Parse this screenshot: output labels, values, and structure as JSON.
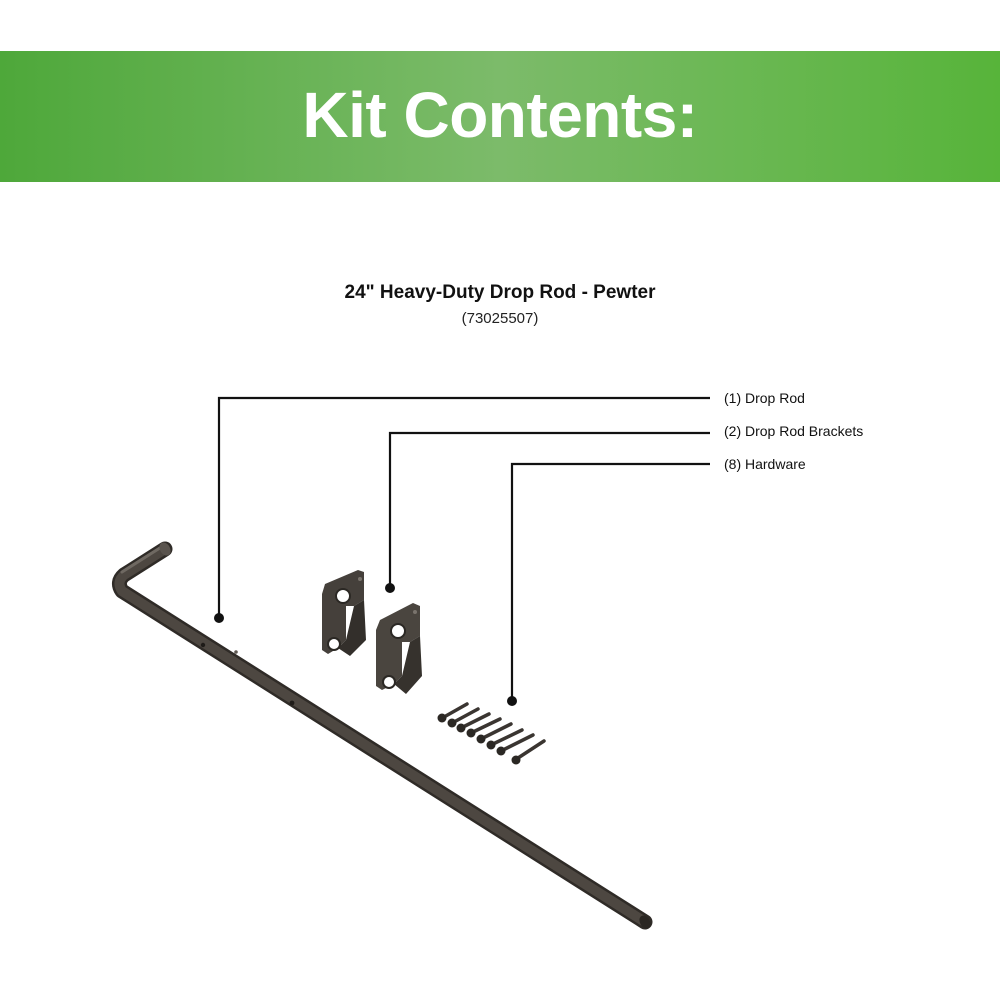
{
  "banner": {
    "title": "Kit Contents:"
  },
  "product": {
    "title": "24\" Heavy-Duty Drop Rod - Pewter",
    "sku": "(73025507)"
  },
  "callouts": [
    {
      "label": "(1) Drop Rod"
    },
    {
      "label": "(2) Drop Rod Brackets"
    },
    {
      "label": "(8) Hardware"
    }
  ],
  "colors": {
    "banner_green": "#5cb444",
    "part_color": "#45403b",
    "line_color": "#111111"
  }
}
